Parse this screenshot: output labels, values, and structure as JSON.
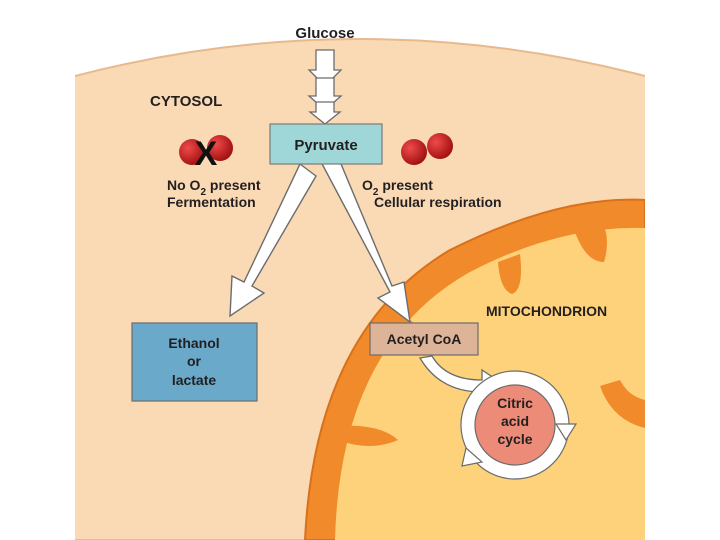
{
  "glucose_label": "Glucose",
  "cytosol_label": "CYTOSOL",
  "pyruvate_label": "Pyruvate",
  "no_o2": {
    "pre": "No O",
    "sub": "2",
    "post": " present"
  },
  "fermentation_label": "Fermentation",
  "o2_present": {
    "pre": "O",
    "sub": "2",
    "post": " present"
  },
  "cellular_respiration_label": "Cellular respiration",
  "mitochondrion_label": "MITOCHONDRION",
  "acetyl_coa_label": "Acetyl CoA",
  "ethanol_lines": [
    "Ethanol",
    "or",
    "lactate"
  ],
  "citric_lines": [
    "Citric",
    "acid",
    "cycle"
  ],
  "blocked_mark": "X",
  "colors": {
    "cytosol": "#fad9b5",
    "mito_outer": "#f08a2a",
    "mito_matrix": "#fdd27a",
    "pyruvate_box": "#9fd6d8",
    "ethanol_box": "#6aa9c9",
    "acetyl_box": "#ddb498",
    "citric_core": "#ec8b78",
    "oxygen": "#c81e1e"
  }
}
